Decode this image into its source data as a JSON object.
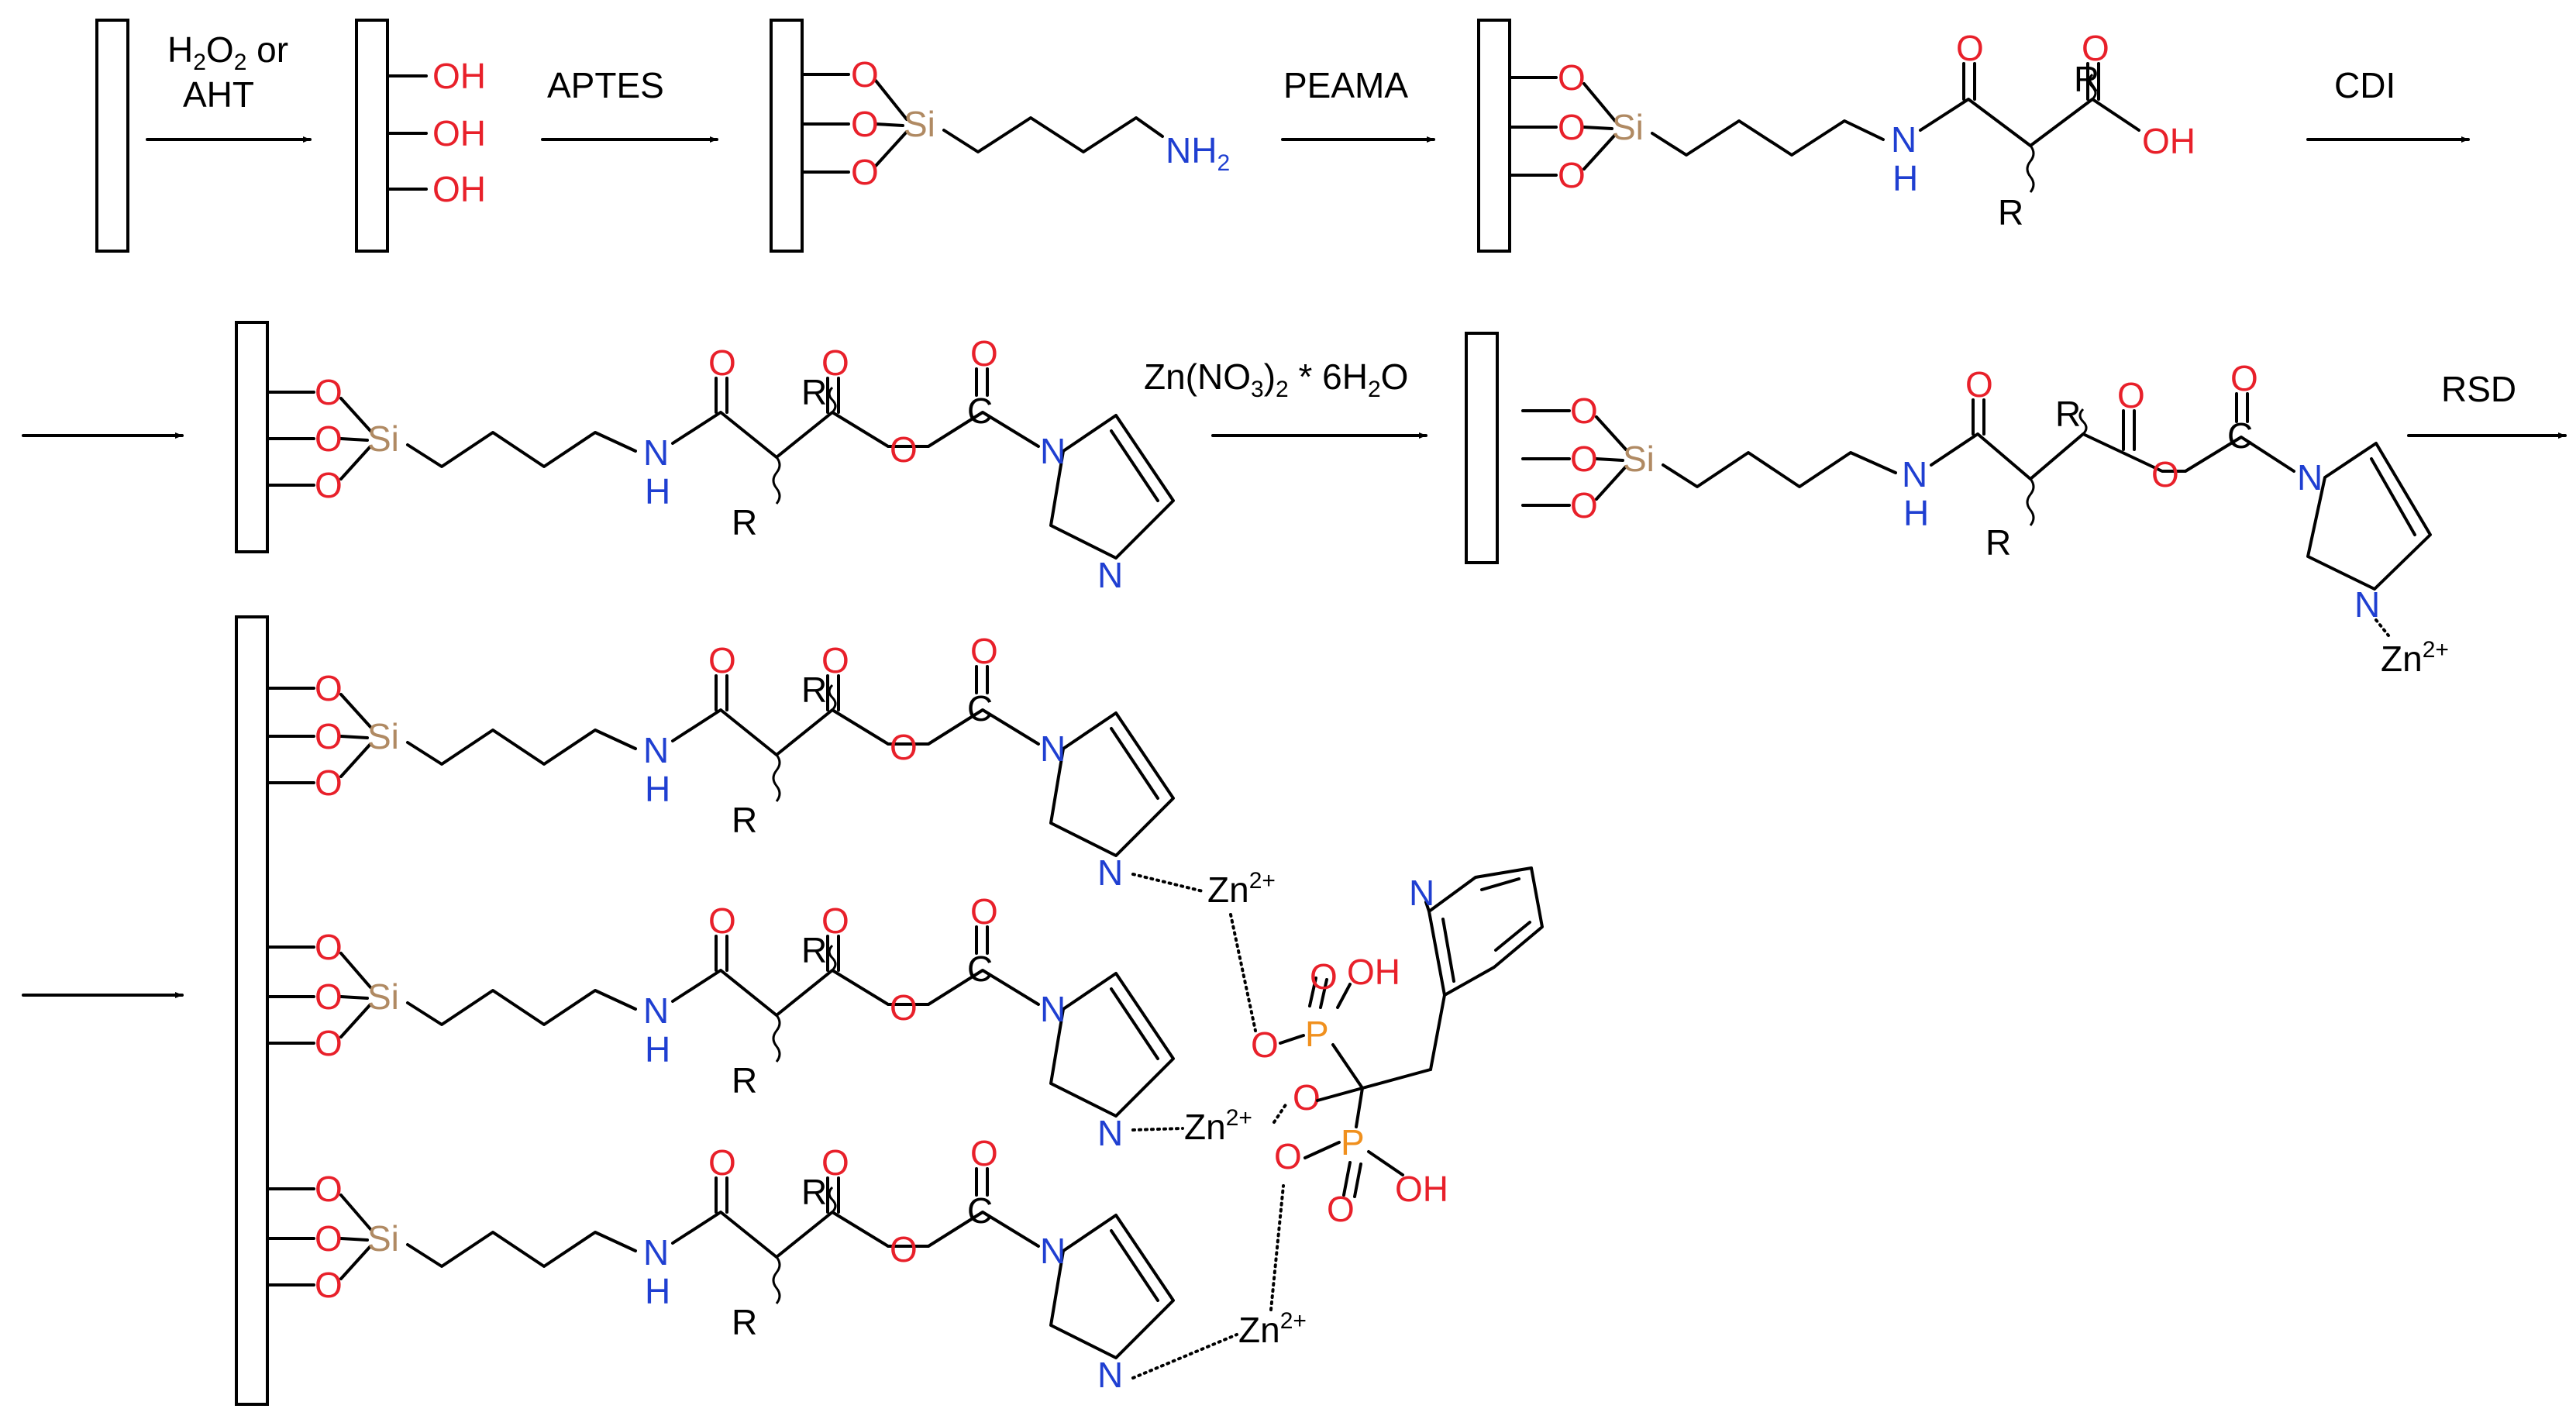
{
  "atoms": {
    "O": "O",
    "OH": "OH",
    "Si": "Si",
    "NH2": "NH",
    "N": "N",
    "H": "H",
    "R": "R",
    "P": "P",
    "C": "C",
    "Zn": "Zn",
    "charge": "2+",
    "two": "2"
  },
  "reagents": {
    "step1_line1": "H",
    "step1_sub1": "2",
    "step1_mid": "O",
    "step1_sub2": "2",
    "step1_tail": " or",
    "step1_line2": "AHT",
    "step2": "APTES",
    "step3": "PEAMA",
    "step4": "CDI",
    "step5_a": "Zn(NO",
    "step5_s1": "3",
    "step5_b": ")",
    "step5_s2": "2",
    "step5_c": " * 6H",
    "step5_s3": "2",
    "step5_d": "O",
    "step6": "RSD"
  },
  "colors": {
    "oxygen": "#e8202a",
    "nitrogen": "#1f3fd1",
    "silicon": "#b08a63",
    "phosphorus": "#f0901e",
    "bond": "#000000"
  }
}
